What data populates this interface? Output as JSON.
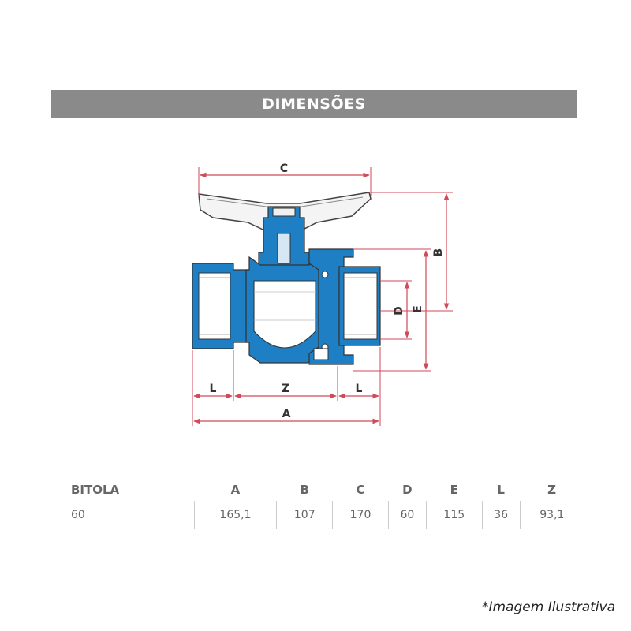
{
  "banner": {
    "title": "DIMENSÕES"
  },
  "diagram": {
    "dimension_labels": {
      "a": "A",
      "b": "B",
      "c": "C",
      "d": "D",
      "e": "E",
      "l_left": "L",
      "z": "Z",
      "l_right": "L"
    },
    "colors": {
      "body": "#1f7fc4",
      "dimension_line": "#d04a5a",
      "outline": "#444444"
    }
  },
  "spec_table": {
    "headers": [
      "BITOLA",
      "A",
      "B",
      "C",
      "D",
      "E",
      "L",
      "Z"
    ],
    "rows": [
      [
        "60",
        "165,1",
        "107",
        "170",
        "60",
        "115",
        "36",
        "93,1"
      ]
    ]
  },
  "footnote": "*Imagem Ilustrativa"
}
